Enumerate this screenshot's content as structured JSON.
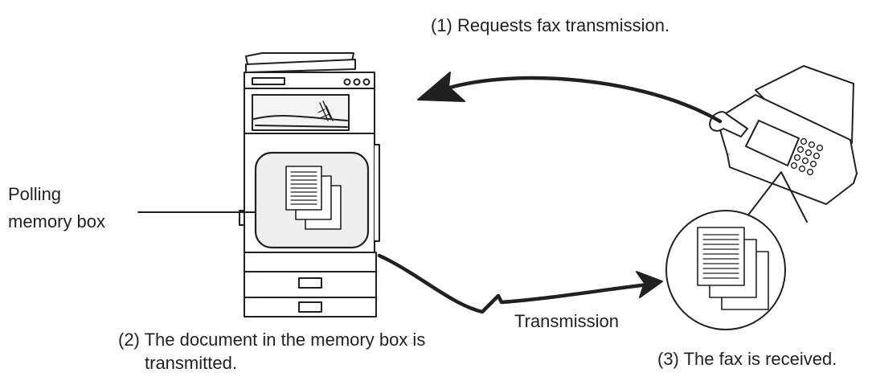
{
  "labels": {
    "step1": "(1) Requests fax transmission.",
    "step2_line1": "(2) The document in the memory box is",
    "step2_line2": "transmitted.",
    "step3": "(3) The fax is received.",
    "polling_line1": "Polling",
    "polling_line2": "memory box",
    "transmission": "Transmission"
  },
  "colors": {
    "line": "#231f20",
    "device_fill": "#ffffff",
    "memory_box_fill": "#efefef"
  },
  "icons": {
    "mfp": "multifunction-printer-icon",
    "fax": "fax-machine-icon",
    "documents": "document-stack-icon"
  }
}
